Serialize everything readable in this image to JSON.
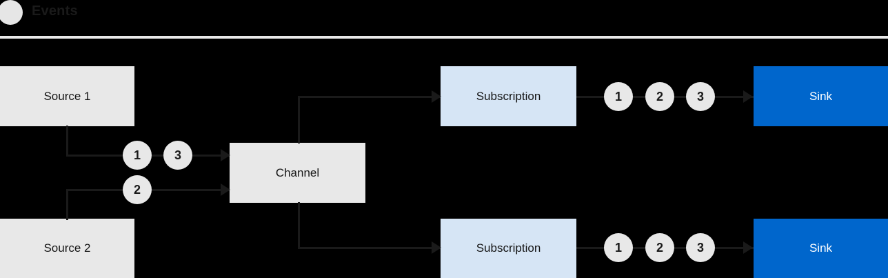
{
  "header": {
    "dot_icon": "events-dot-icon",
    "title": "Events",
    "divider_color": "#e8e8e8"
  },
  "colors": {
    "background": "#000000",
    "source_fill": "#e8e8e8",
    "channel_fill": "#e8e8e8",
    "subscription_fill": "#d6e5f5",
    "sink_fill": "#0066cc",
    "sink_text": "#ffffff",
    "line": "#1a1a1a",
    "token_fill": "#e8e8e8"
  },
  "diagram": {
    "nodes": {
      "source_1": "Source 1",
      "source_2": "Source 2",
      "channel": "Channel",
      "subscription_top": "Subscription",
      "subscription_bottom": "Subscription",
      "sink_top": "Sink",
      "sink_bottom": "Sink"
    },
    "tokens": {
      "source1_to_channel": [
        "1",
        "3"
      ],
      "source2_to_channel": [
        "2"
      ],
      "subscription_top_to_sink": [
        "1",
        "2",
        "3"
      ],
      "subscription_bottom_to_sink": [
        "1",
        "2",
        "3"
      ]
    }
  }
}
